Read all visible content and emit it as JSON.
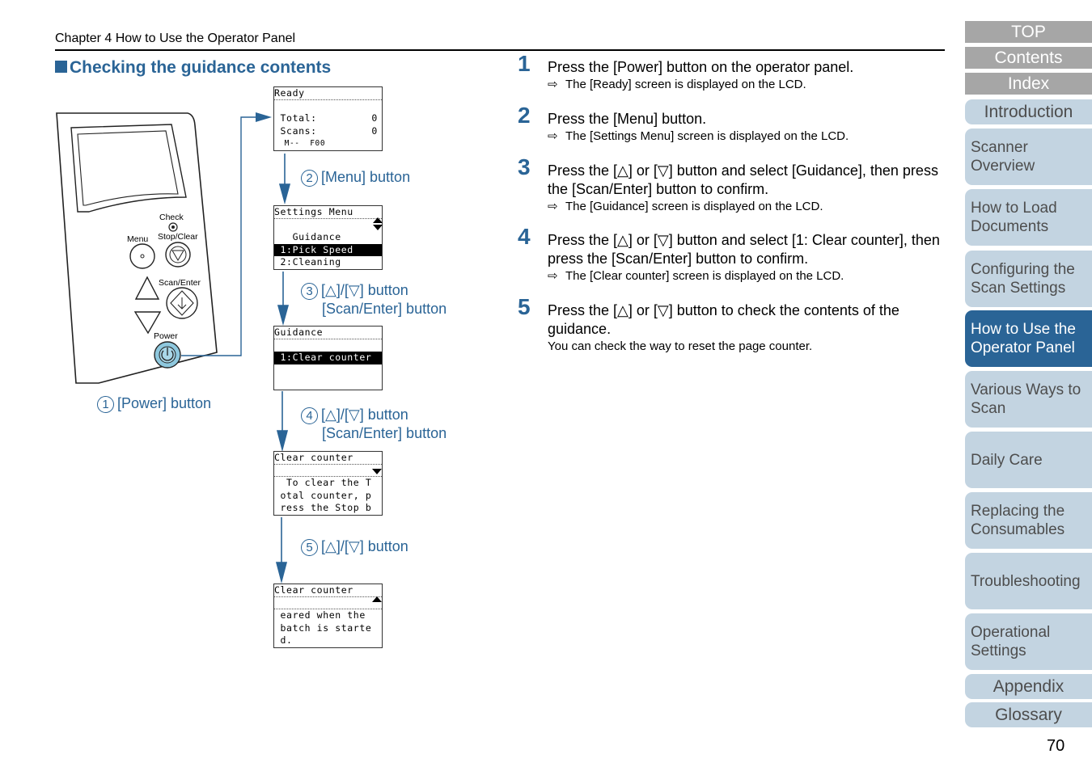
{
  "header": {
    "chapter": "Chapter 4 How to Use the Operator Panel",
    "section_title": "Checking the guidance contents"
  },
  "panel": {
    "check": "Check",
    "menu": "Menu",
    "stop_clear": "Stop/Clear",
    "scan_enter": "Scan/Enter",
    "power": "Power"
  },
  "lcd_screens": [
    {
      "lines": [
        "Ready",
        "",
        " Total:         0",
        " Scans:         0",
        "  M--  F00"
      ]
    },
    {
      "lines": [
        "Settings Menu",
        "",
        "   Guidance",
        " 1:Pick Speed",
        " 2:Cleaning"
      ]
    },
    {
      "lines": [
        "Guidance",
        "",
        " 1:Clear counter",
        "",
        ""
      ]
    },
    {
      "lines": [
        "Clear counter",
        "",
        "  To clear the T",
        " otal counter, p",
        " ress the Stop b"
      ]
    },
    {
      "lines": [
        "Clear counter",
        "",
        " eared when the",
        " batch is starte",
        " d."
      ]
    }
  ],
  "callouts": [
    {
      "num": "1",
      "line1": "[Power] button",
      "line2": ""
    },
    {
      "num": "2",
      "line1": "[Menu] button",
      "line2": ""
    },
    {
      "num": "3",
      "line1": "[△]/[▽] button",
      "line2": "[Scan/Enter] button"
    },
    {
      "num": "4",
      "line1": "[△]/[▽] button",
      "line2": "[Scan/Enter] button"
    },
    {
      "num": "5",
      "line1": "[△]/[▽] button",
      "line2": ""
    }
  ],
  "steps": [
    {
      "num": "1",
      "text": "Press the [Power] button on the operator panel.",
      "result": "The [Ready] screen is displayed on the LCD.",
      "note": ""
    },
    {
      "num": "2",
      "text": "Press the [Menu] button.",
      "result": "The [Settings Menu] screen is displayed on the LCD.",
      "note": ""
    },
    {
      "num": "3",
      "text": "Press the [△] or [▽] button and select [Guidance], then press the [Scan/Enter] button to confirm.",
      "result": "The [Guidance] screen is displayed on the LCD.",
      "note": ""
    },
    {
      "num": "4",
      "text": "Press the [△] or [▽] button and select [1: Clear counter], then press the [Scan/Enter] button to confirm.",
      "result": "The [Clear counter] screen is displayed on the LCD.",
      "note": ""
    },
    {
      "num": "5",
      "text": "Press the [△] or [▽] button to check the contents of the guidance.",
      "result": "",
      "note": "You can check the way to reset the page counter."
    }
  ],
  "sidebar": {
    "top": "TOP",
    "contents": "Contents",
    "index": "Index",
    "items": [
      "Introduction",
      "Scanner Overview",
      "How to Load Documents",
      "Configuring the Scan Settings",
      "How to Use the Operator Panel",
      "Various Ways to Scan",
      "Daily Care",
      "Replacing the Consumables",
      "Troubleshooting",
      "Operational Settings",
      "Appendix",
      "Glossary"
    ]
  },
  "page_number": "70",
  "colors": {
    "accent": "#2a6496",
    "tab": "#c3d4e1",
    "gray_nav": "#a6a6a6"
  }
}
